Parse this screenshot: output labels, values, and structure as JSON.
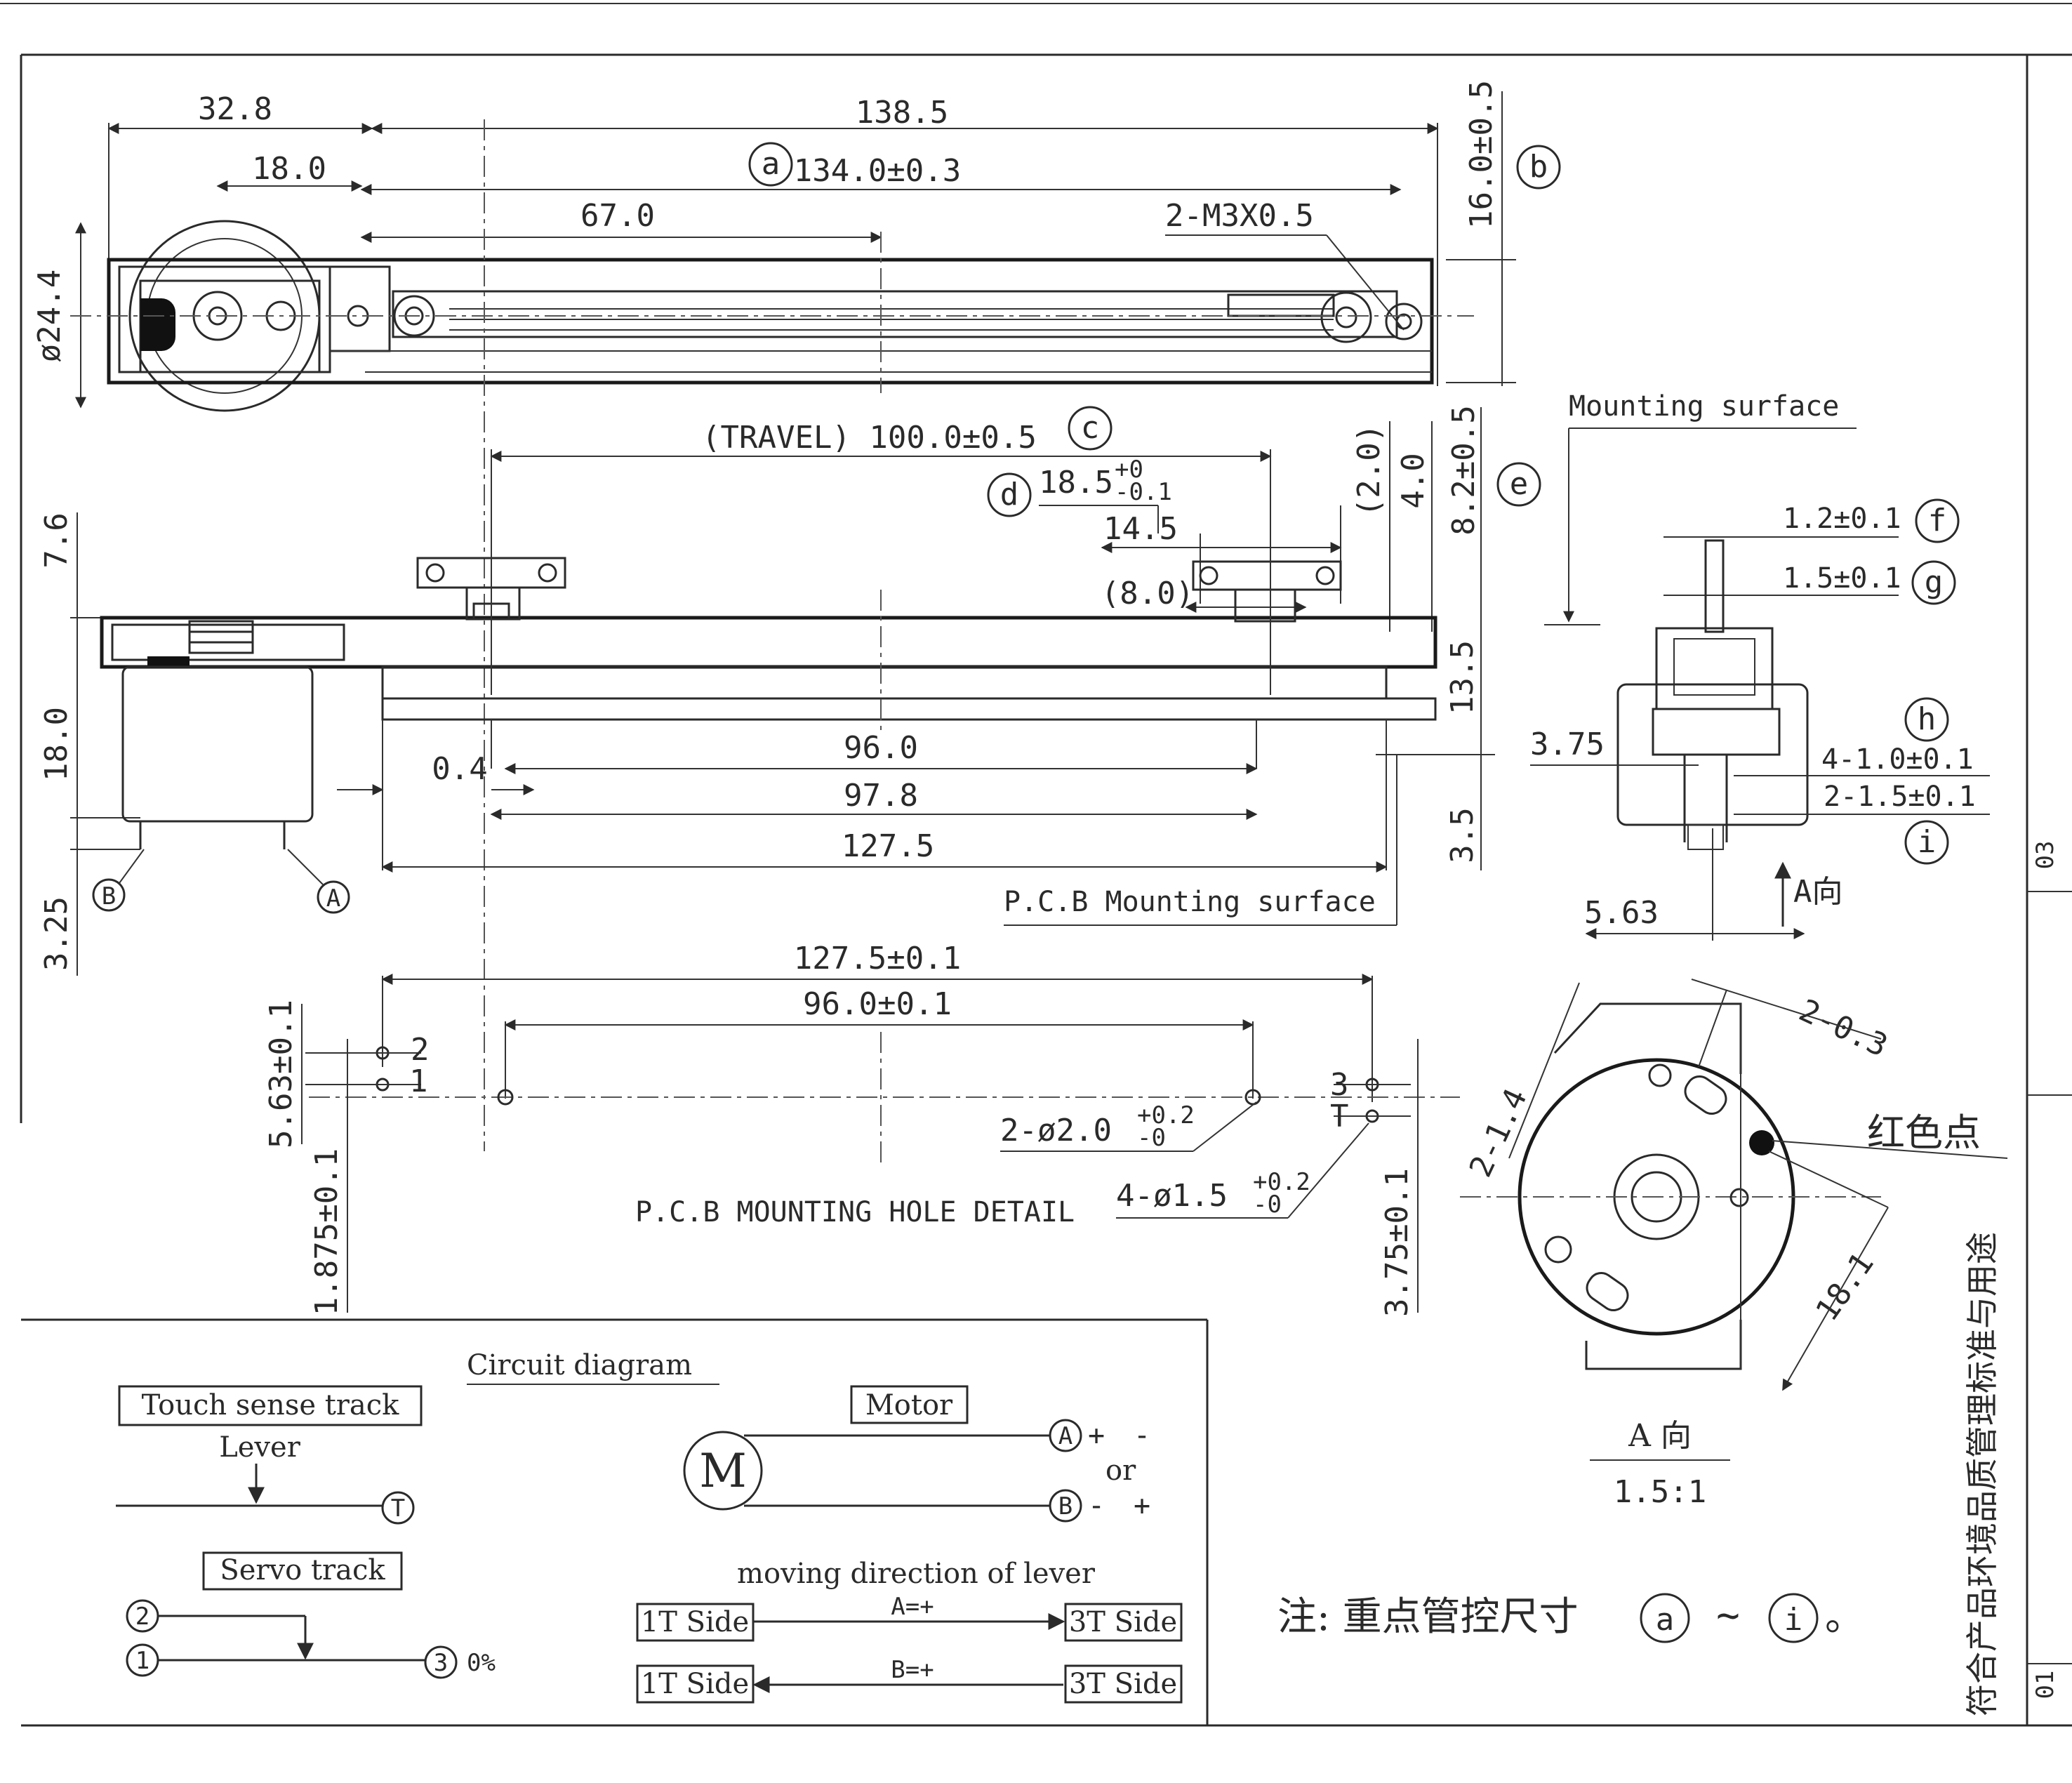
{
  "top_view": {
    "dim_overall_left": "32.8",
    "dim_overall_right": "138.5",
    "dim_18": "18.0",
    "circle_a": "a",
    "dim_134": "134.0±0.3",
    "dim_67": "67.0",
    "screw_label": "2-M3X0.5",
    "dim_16": "16.0±0.5",
    "circle_b": "b",
    "dia_24": "ø24.4"
  },
  "side_view": {
    "travel": "(TRAVEL) 100.0±0.5",
    "circle_c": "c",
    "circle_d": "d",
    "dim_18_5": "18.5",
    "dim_18_5_tol_up": "+0",
    "dim_18_5_tol_dn": "-0.1",
    "dim_14_5": "14.5",
    "dim_8": "(8.0)",
    "dim_2": "(2.0)",
    "dim_4": "4.0",
    "dim_8_2": "8.2±0.5",
    "circle_e": "e",
    "dim_7_6": "7.6",
    "dim_18v": "18.0",
    "dim_3_25": "3.25",
    "dim_0_4": "0.4",
    "dim_96": "96.0",
    "dim_97_8": "97.8",
    "dim_127_5": "127.5",
    "dim_13_5": "13.5",
    "dim_3_5": "3.5",
    "pin_b": "B",
    "pin_a": "A",
    "pcb_surface": "P.C.B Mounting surface"
  },
  "end_view": {
    "mounting_surface": "Mounting surface",
    "dim_1_2": "1.2±0.1",
    "circle_f": "f",
    "dim_1_5": "1.5±0.1",
    "circle_g": "g",
    "circle_h": "h",
    "dim_3_75": "3.75",
    "dim_4_1": "4-1.0±0.1",
    "dim_2_1_5": "2-1.5±0.1",
    "circle_i": "i",
    "dim_5_63": "5.63",
    "arrow_a": "A向"
  },
  "hole_detail": {
    "dim_127_5": "127.5±0.1",
    "dim_96": "96.0±0.1",
    "dim_5_63": "5.63±0.1",
    "dim_1_875": "1.875±0.1",
    "dim_3_75": "3.75±0.1",
    "pin_2": "2",
    "pin_1": "1",
    "pin_3": "3",
    "pin_t": "T",
    "hole_2": "2-ø2.0",
    "hole_2_tol_up": "+0.2",
    "hole_2_tol_dn": "-0",
    "hole_4": "4-ø1.5",
    "hole_4_tol_up": "+0.2",
    "hole_4_tol_dn": "-0",
    "title": "P.C.B MOUNTING HOLE DETAIL"
  },
  "motor_view": {
    "dim_2_0_3": "2-0.3",
    "dim_2_1_4": "2-1.4",
    "red_dot": "红色点",
    "dim_18_1": "18.1",
    "view_label": "A 向",
    "scale": "1.5:1"
  },
  "circuit": {
    "title": "Circuit diagram",
    "touch_track": "Touch sense track",
    "lever": "Lever",
    "pin_t": "T",
    "servo_track": "Servo track",
    "pin_2": "2",
    "pin_1": "1",
    "pin_3": "3",
    "zero_pct": "0%",
    "motor_box": "Motor",
    "motor_symbol": "M",
    "pin_a": "A",
    "pin_b": "B",
    "a_sign": "+",
    "a_sign2": "-",
    "or": "or",
    "b_sign": "-",
    "b_sign2": "+",
    "moving_dir": "moving direction of lever",
    "side_1t_a": "1T Side",
    "side_3t_a": "3T Side",
    "a_eq": "A=+",
    "side_1t_b": "1T Side",
    "side_3t_b": "3T Side",
    "b_eq": "B=+"
  },
  "note": {
    "text": "注: 重点管控尺寸",
    "circle_a": "a",
    "tilde": "~",
    "circle_i": "i",
    "end": "。"
  },
  "title_block": {
    "cell_03": "03",
    "cell_01": "01",
    "vertical_text": "符合产品环境品质管理标准与用途"
  }
}
